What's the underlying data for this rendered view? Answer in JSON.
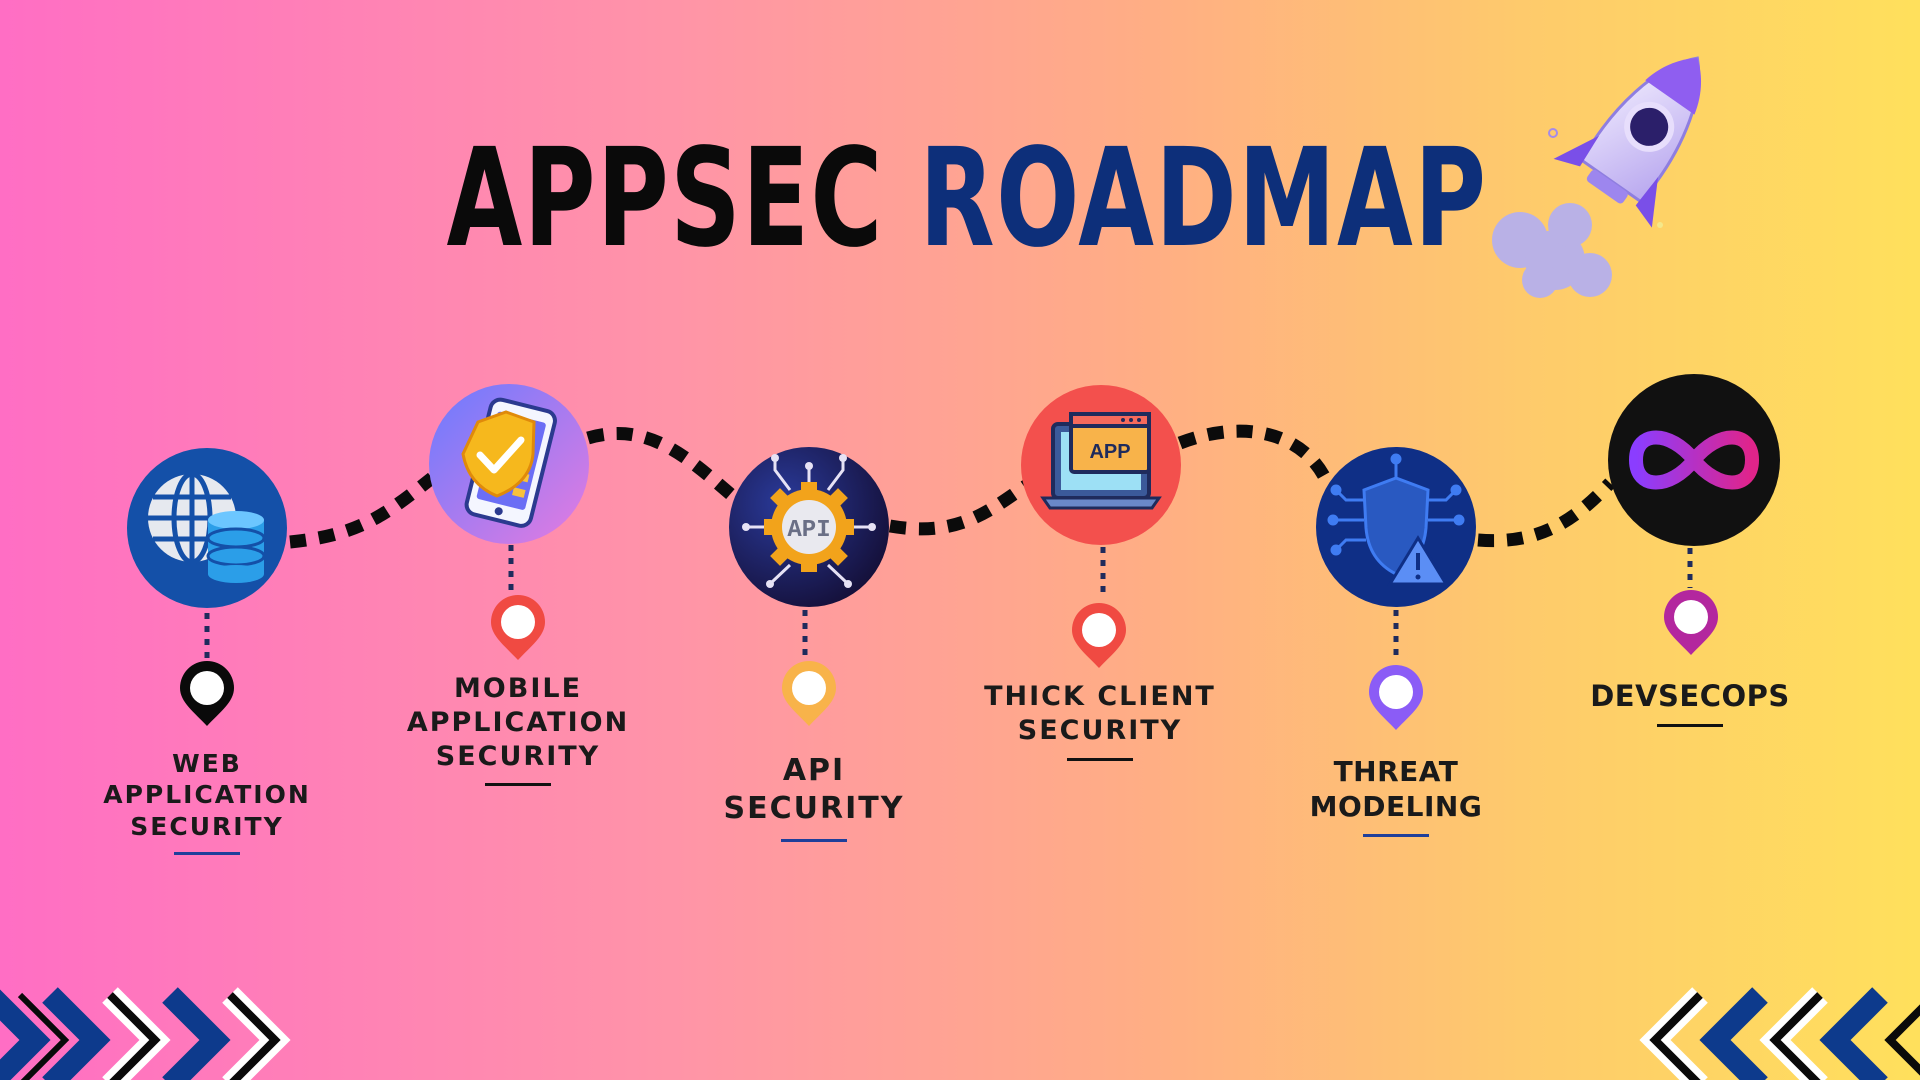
{
  "title": {
    "word1": "APPSEC",
    "word2": "ROADMAP"
  },
  "colors": {
    "title_black": "#0a0a0a",
    "title_blue": "#0d2f7a",
    "path": "#0b0b0b",
    "chevron_blue": "#0d3a8c"
  },
  "steps": [
    {
      "label_lines": [
        "WEB",
        "APPLICATION",
        "SECURITY"
      ],
      "icon": "globe-database-icon",
      "circle_color": "#1450a8",
      "pin_color": "#0a0a0a",
      "underline_color": "#1f3f9a"
    },
    {
      "label_lines": [
        "MOBILE",
        "APPLICATION",
        "SECURITY"
      ],
      "icon": "mobile-shield-icon",
      "circle_color": "#9b6fff",
      "pin_color": "#f04a42",
      "underline_color": "#111111"
    },
    {
      "label_lines": [
        "API",
        "SECURITY"
      ],
      "icon": "api-gear-icon",
      "circle_color": "#1a1f5e",
      "pin_color": "#f8b34a",
      "underline_color": "#1f3f9a"
    },
    {
      "label_lines": [
        "THICK CLIENT",
        "SECURITY"
      ],
      "icon": "laptop-app-icon",
      "circle_color": "#f3504d",
      "pin_color": "#f04a42",
      "underline_color": "#111111"
    },
    {
      "label_lines": [
        "THREAT",
        "MODELING"
      ],
      "icon": "shield-warning-icon",
      "circle_color": "#0f2f86",
      "pin_color": "#8b5cf6",
      "underline_color": "#1f3f9a"
    },
    {
      "label_lines": [
        "DEVSECOPS"
      ],
      "icon": "infinity-icon",
      "circle_color": "#111111",
      "pin_color": "#b3279e",
      "underline_color": "#111111"
    }
  ]
}
